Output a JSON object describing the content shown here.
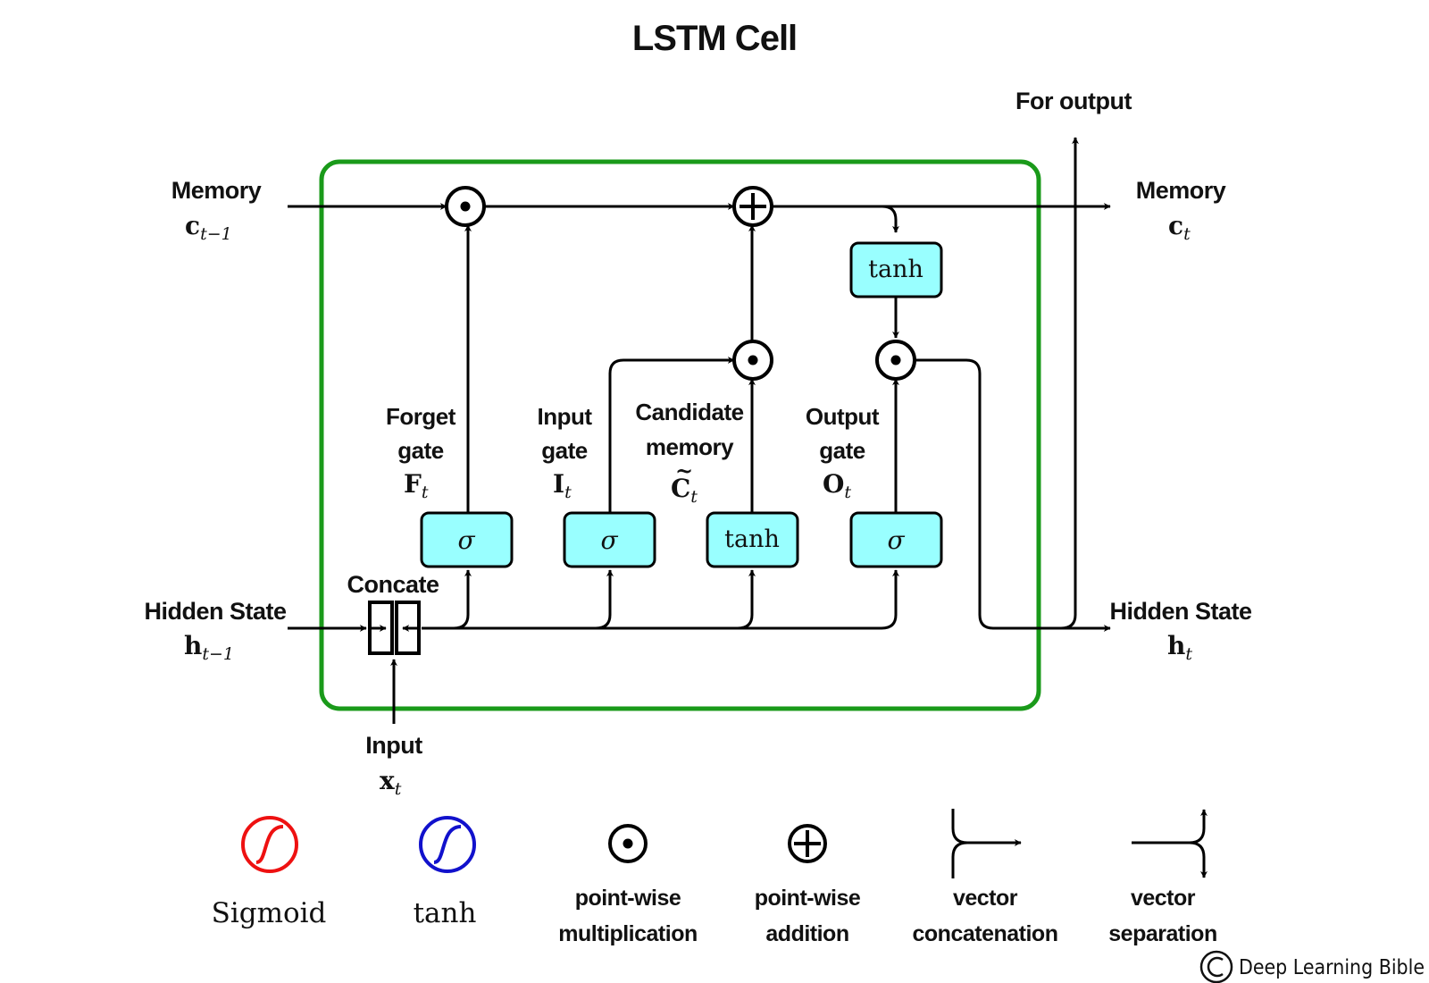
{
  "title": "LSTM Cell",
  "labels": {
    "memory_in": "Memory",
    "memory_in_sym": "c",
    "memory_in_sub": "t−1",
    "memory_out": "Memory",
    "memory_out_sym": "c",
    "memory_out_sub": "t",
    "hidden_in": "Hidden State",
    "hidden_in_sym": "h",
    "hidden_in_sub": "t−1",
    "hidden_out": "Hidden State",
    "hidden_out_sym": "h",
    "hidden_out_sub": "t",
    "input": "Input",
    "input_sym": "x",
    "input_sub": "t",
    "for_output": "For output",
    "concate": "Concate"
  },
  "gates": {
    "forget": {
      "line1": "Forget",
      "line2": "gate",
      "sym": "F",
      "sub": "t",
      "fn": "σ"
    },
    "input": {
      "line1": "Input",
      "line2": "gate",
      "sym": "I",
      "sub": "t",
      "fn": "σ"
    },
    "candidate": {
      "line1": "Candidate",
      "line2": "memory",
      "sym": "C",
      "tilde": "~",
      "sub": "t",
      "fn": "tanh"
    },
    "output": {
      "line1": "Output",
      "line2": "gate",
      "sym": "O",
      "sub": "t",
      "fn": "σ"
    },
    "memory_tanh": {
      "fn": "tanh"
    }
  },
  "legend": {
    "sigmoid": "Sigmoid",
    "tanh": "tanh",
    "mult_line1": "point-wise",
    "mult_line2": "multiplication",
    "add_line1": "point-wise",
    "add_line2": "addition",
    "concat_line1": "vector",
    "concat_line2": "concatenation",
    "sep_line1": "vector",
    "sep_line2": "separation"
  },
  "watermark": "Deep Learning Bible",
  "colors": {
    "cell_border": "#1a9a1a",
    "activation_box": "#99ffff",
    "sigmoid_icon": "#ee1111",
    "tanh_icon": "#1111cc",
    "ink": "#000000"
  }
}
